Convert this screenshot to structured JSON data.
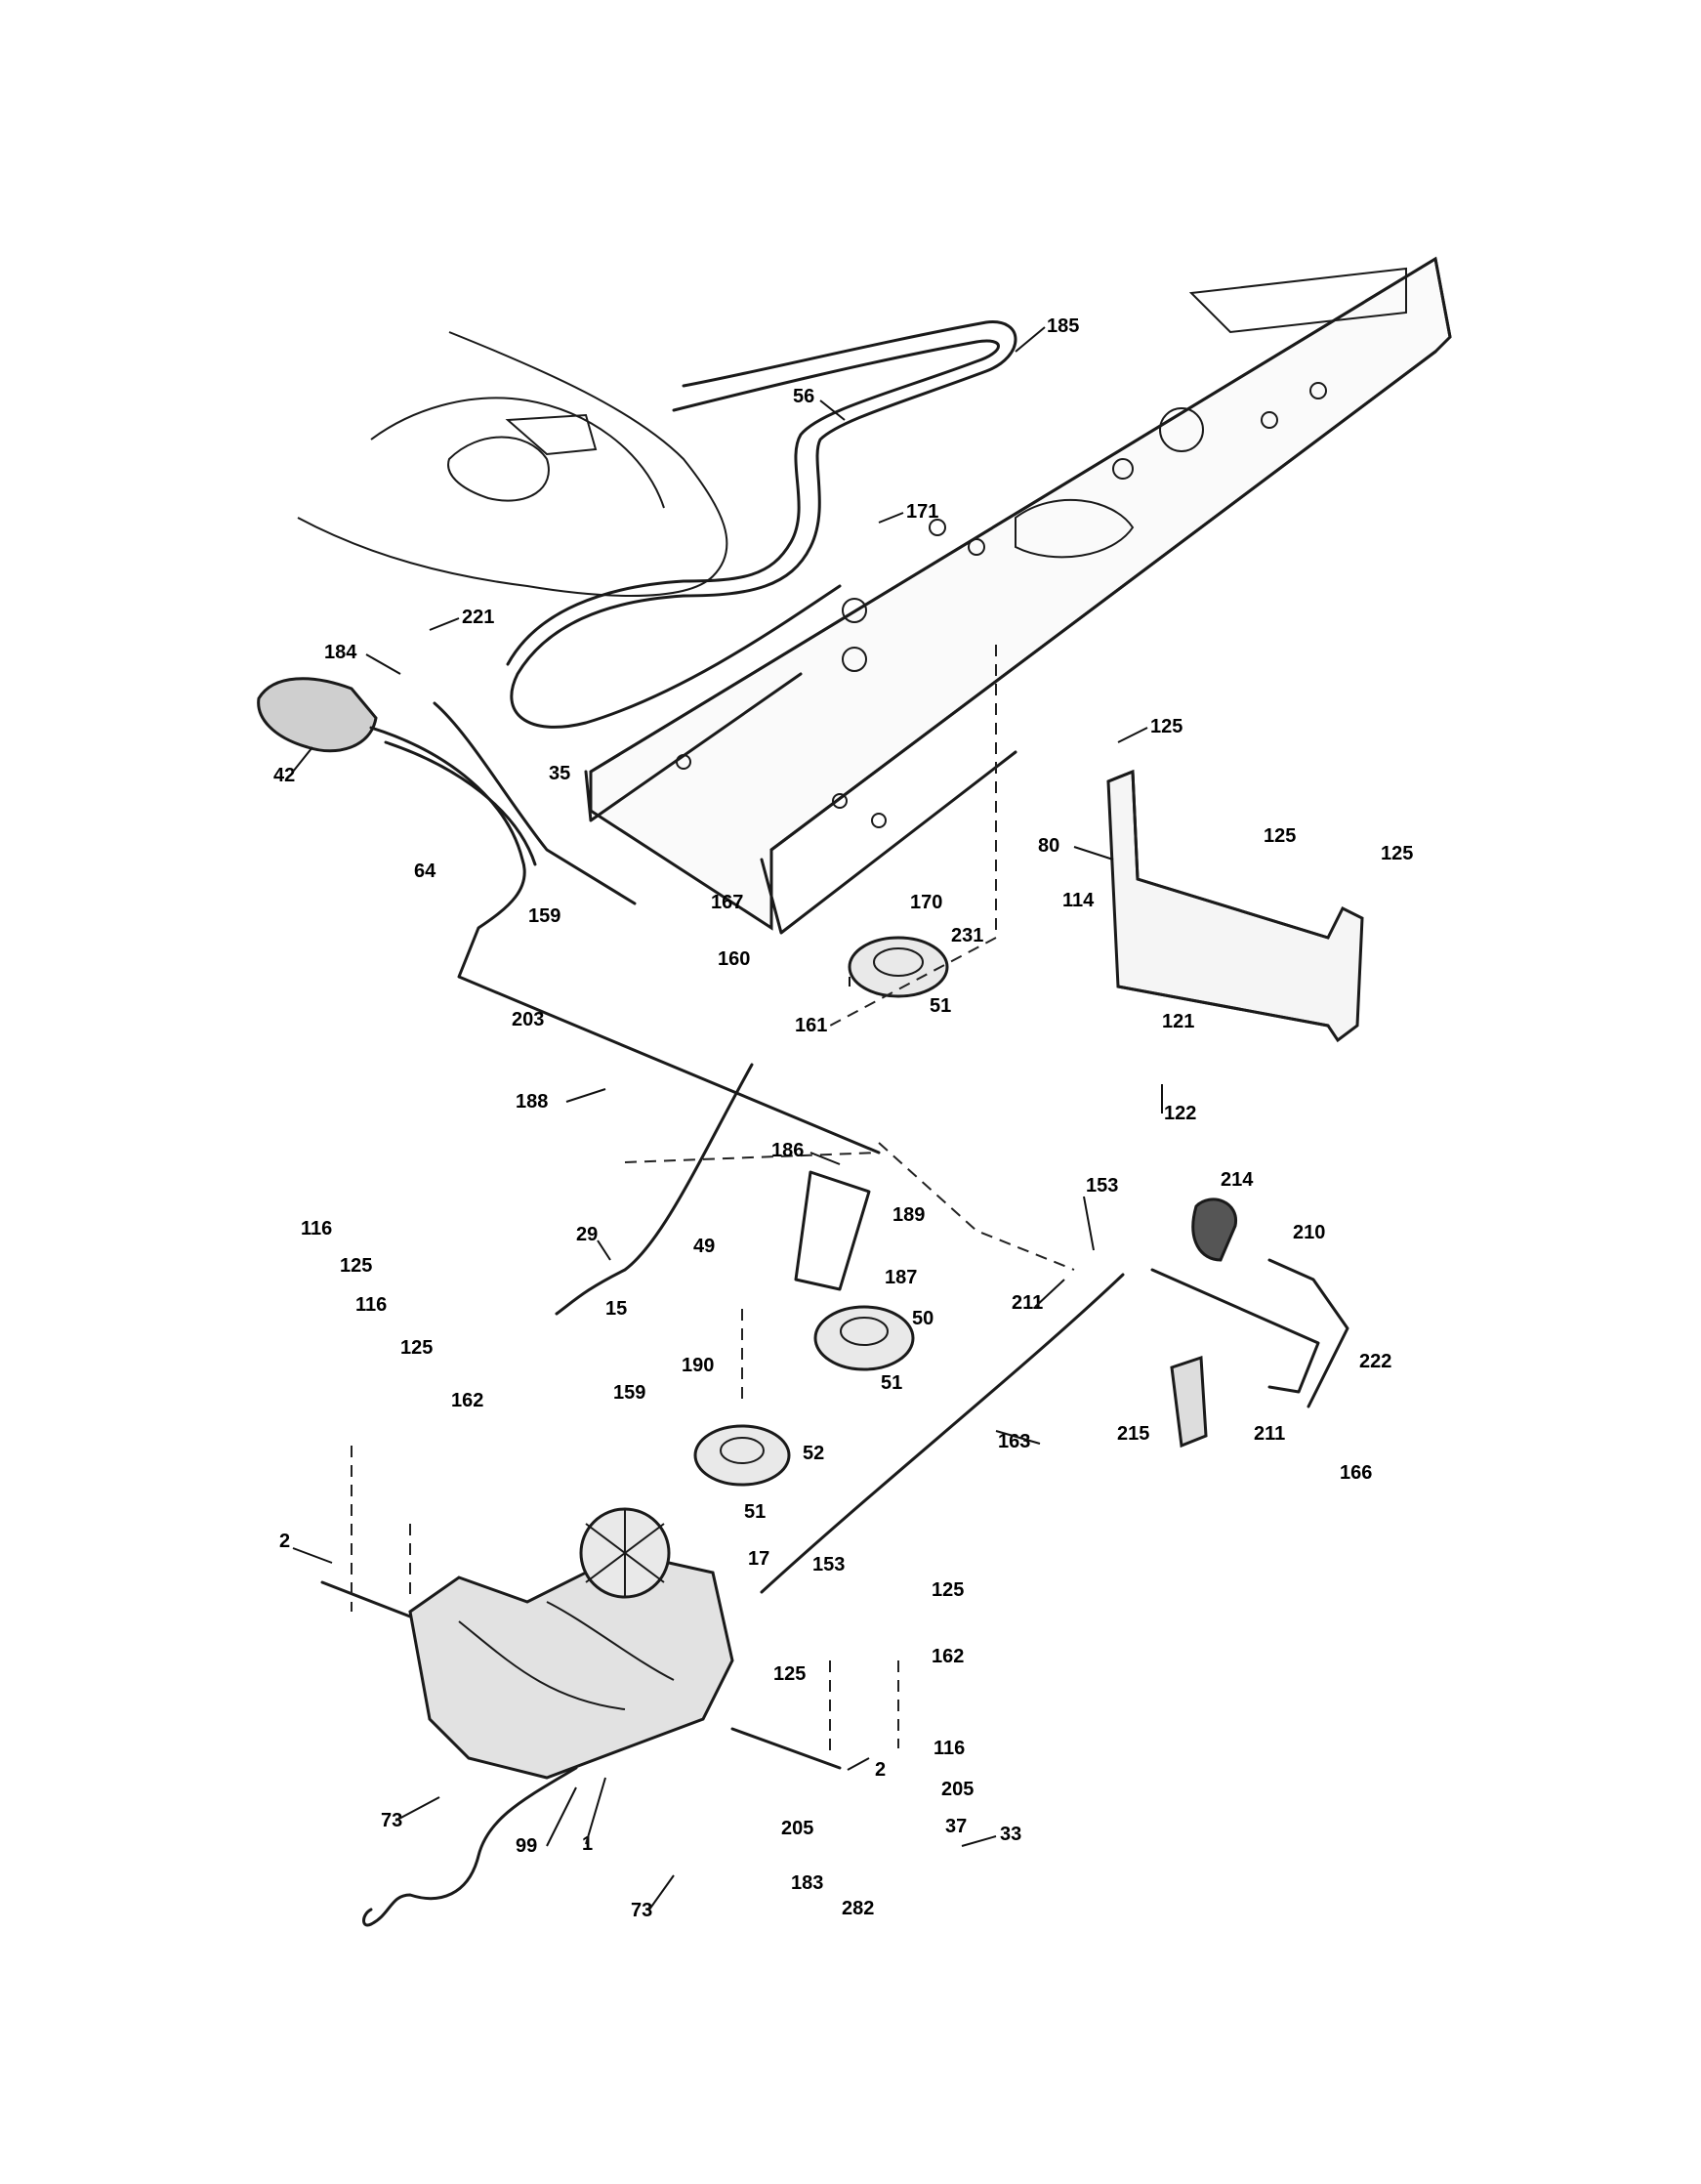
{
  "callouts": {
    "c1": "1",
    "c2a": "2",
    "c2b": "2",
    "c15": "15",
    "c17": "17",
    "c29": "29",
    "c33": "33",
    "c35": "35",
    "c37": "37",
    "c42": "42",
    "c49": "49",
    "c50": "50",
    "c51a": "51",
    "c51b": "51",
    "c51c": "51",
    "c52": "52",
    "c56": "56",
    "c64": "64",
    "c73a": "73",
    "c73b": "73",
    "c80": "80",
    "c99": "99",
    "c114": "114",
    "c116a": "116",
    "c116b": "116",
    "c116c": "116",
    "c121": "121",
    "c122": "122",
    "c125a": "125",
    "c125b": "125",
    "c125c": "125",
    "c125d": "125",
    "c125e": "125",
    "c125f": "125",
    "c125g": "125",
    "c153a": "153",
    "c153b": "153",
    "c159a": "159",
    "c159b": "159",
    "c160": "160",
    "c161": "161",
    "c162a": "162",
    "c162b": "162",
    "c163": "163",
    "c166": "166",
    "c167": "167",
    "c170": "170",
    "c171": "171",
    "c183": "183",
    "c184": "184",
    "c185": "185",
    "c186": "186",
    "c187": "187",
    "c188": "188",
    "c189": "189",
    "c190": "190",
    "c203": "203",
    "c205a": "205",
    "c205b": "205",
    "c210": "210",
    "c211a": "211",
    "c211b": "211",
    "c214": "214",
    "c215": "215",
    "c221": "221",
    "c222": "222",
    "c231": "231",
    "c282": "282"
  }
}
